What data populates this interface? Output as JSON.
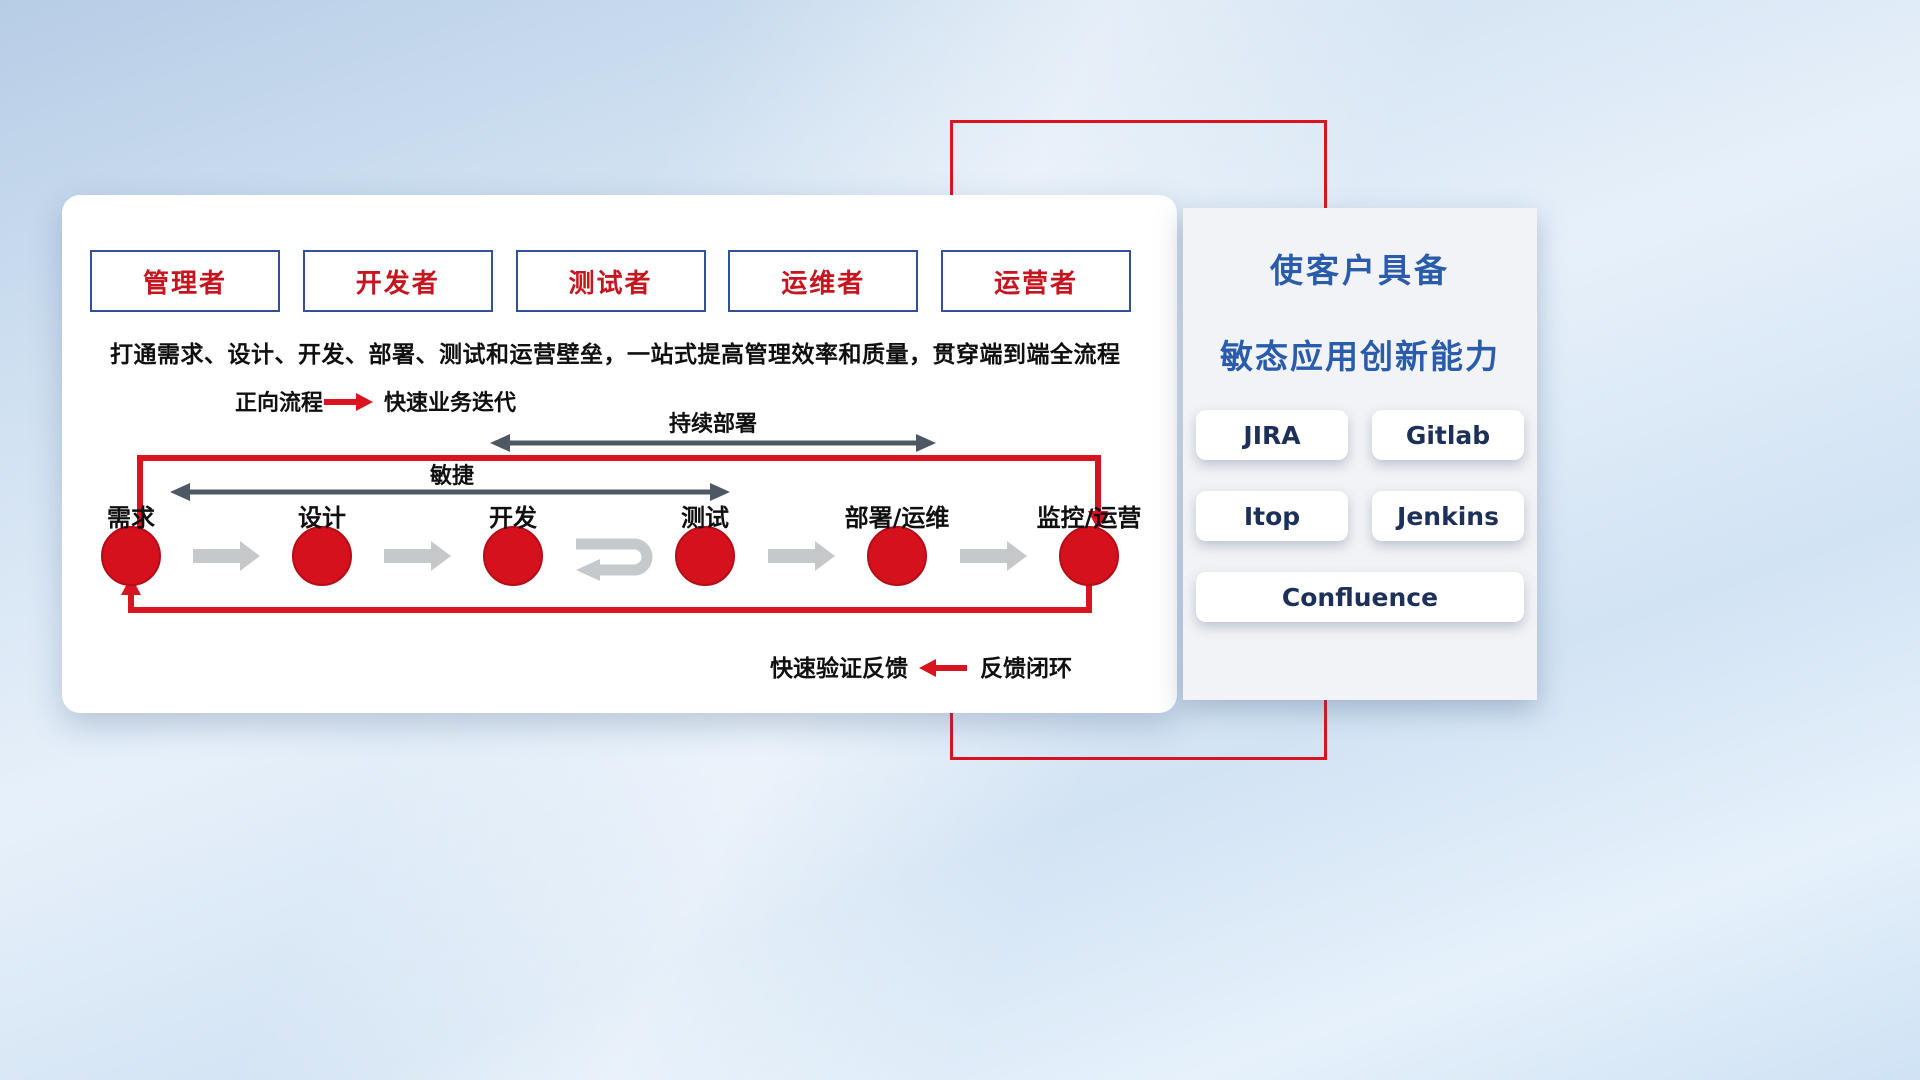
{
  "roles": [
    "管理者",
    "开发者",
    "测试者",
    "运维者",
    "运营者"
  ],
  "description": "打通需求、设计、开发、部署、测试和运营壁垒，一站式提高管理效率和质量，贯穿端到端全流程",
  "legend_forward": {
    "label": "正向流程",
    "value": "快速业务迭代"
  },
  "legend_feedback": {
    "label": "快速验证反馈",
    "value": "反馈闭环"
  },
  "flow": {
    "stages": [
      "需求",
      "设计",
      "开发",
      "测试",
      "部署/运维",
      "监控/运营"
    ],
    "agile_label": "敏捷",
    "continuous_deploy_label": "持续部署"
  },
  "right_panel": {
    "title_line1": "使客户具备",
    "title_line2": "敏态应用创新能力",
    "tools": [
      "JIRA",
      "Gitlab",
      "Itop",
      "Jenkins",
      "Confluence"
    ]
  },
  "colors": {
    "accent_red": "#d9131f",
    "title_blue": "#2a5caa",
    "tool_text_navy": "#1d3059",
    "flow_arrow_gray": "#c6c9cc",
    "span_arrow_gray": "#4e5864",
    "role_border_blue": "#33519b"
  }
}
